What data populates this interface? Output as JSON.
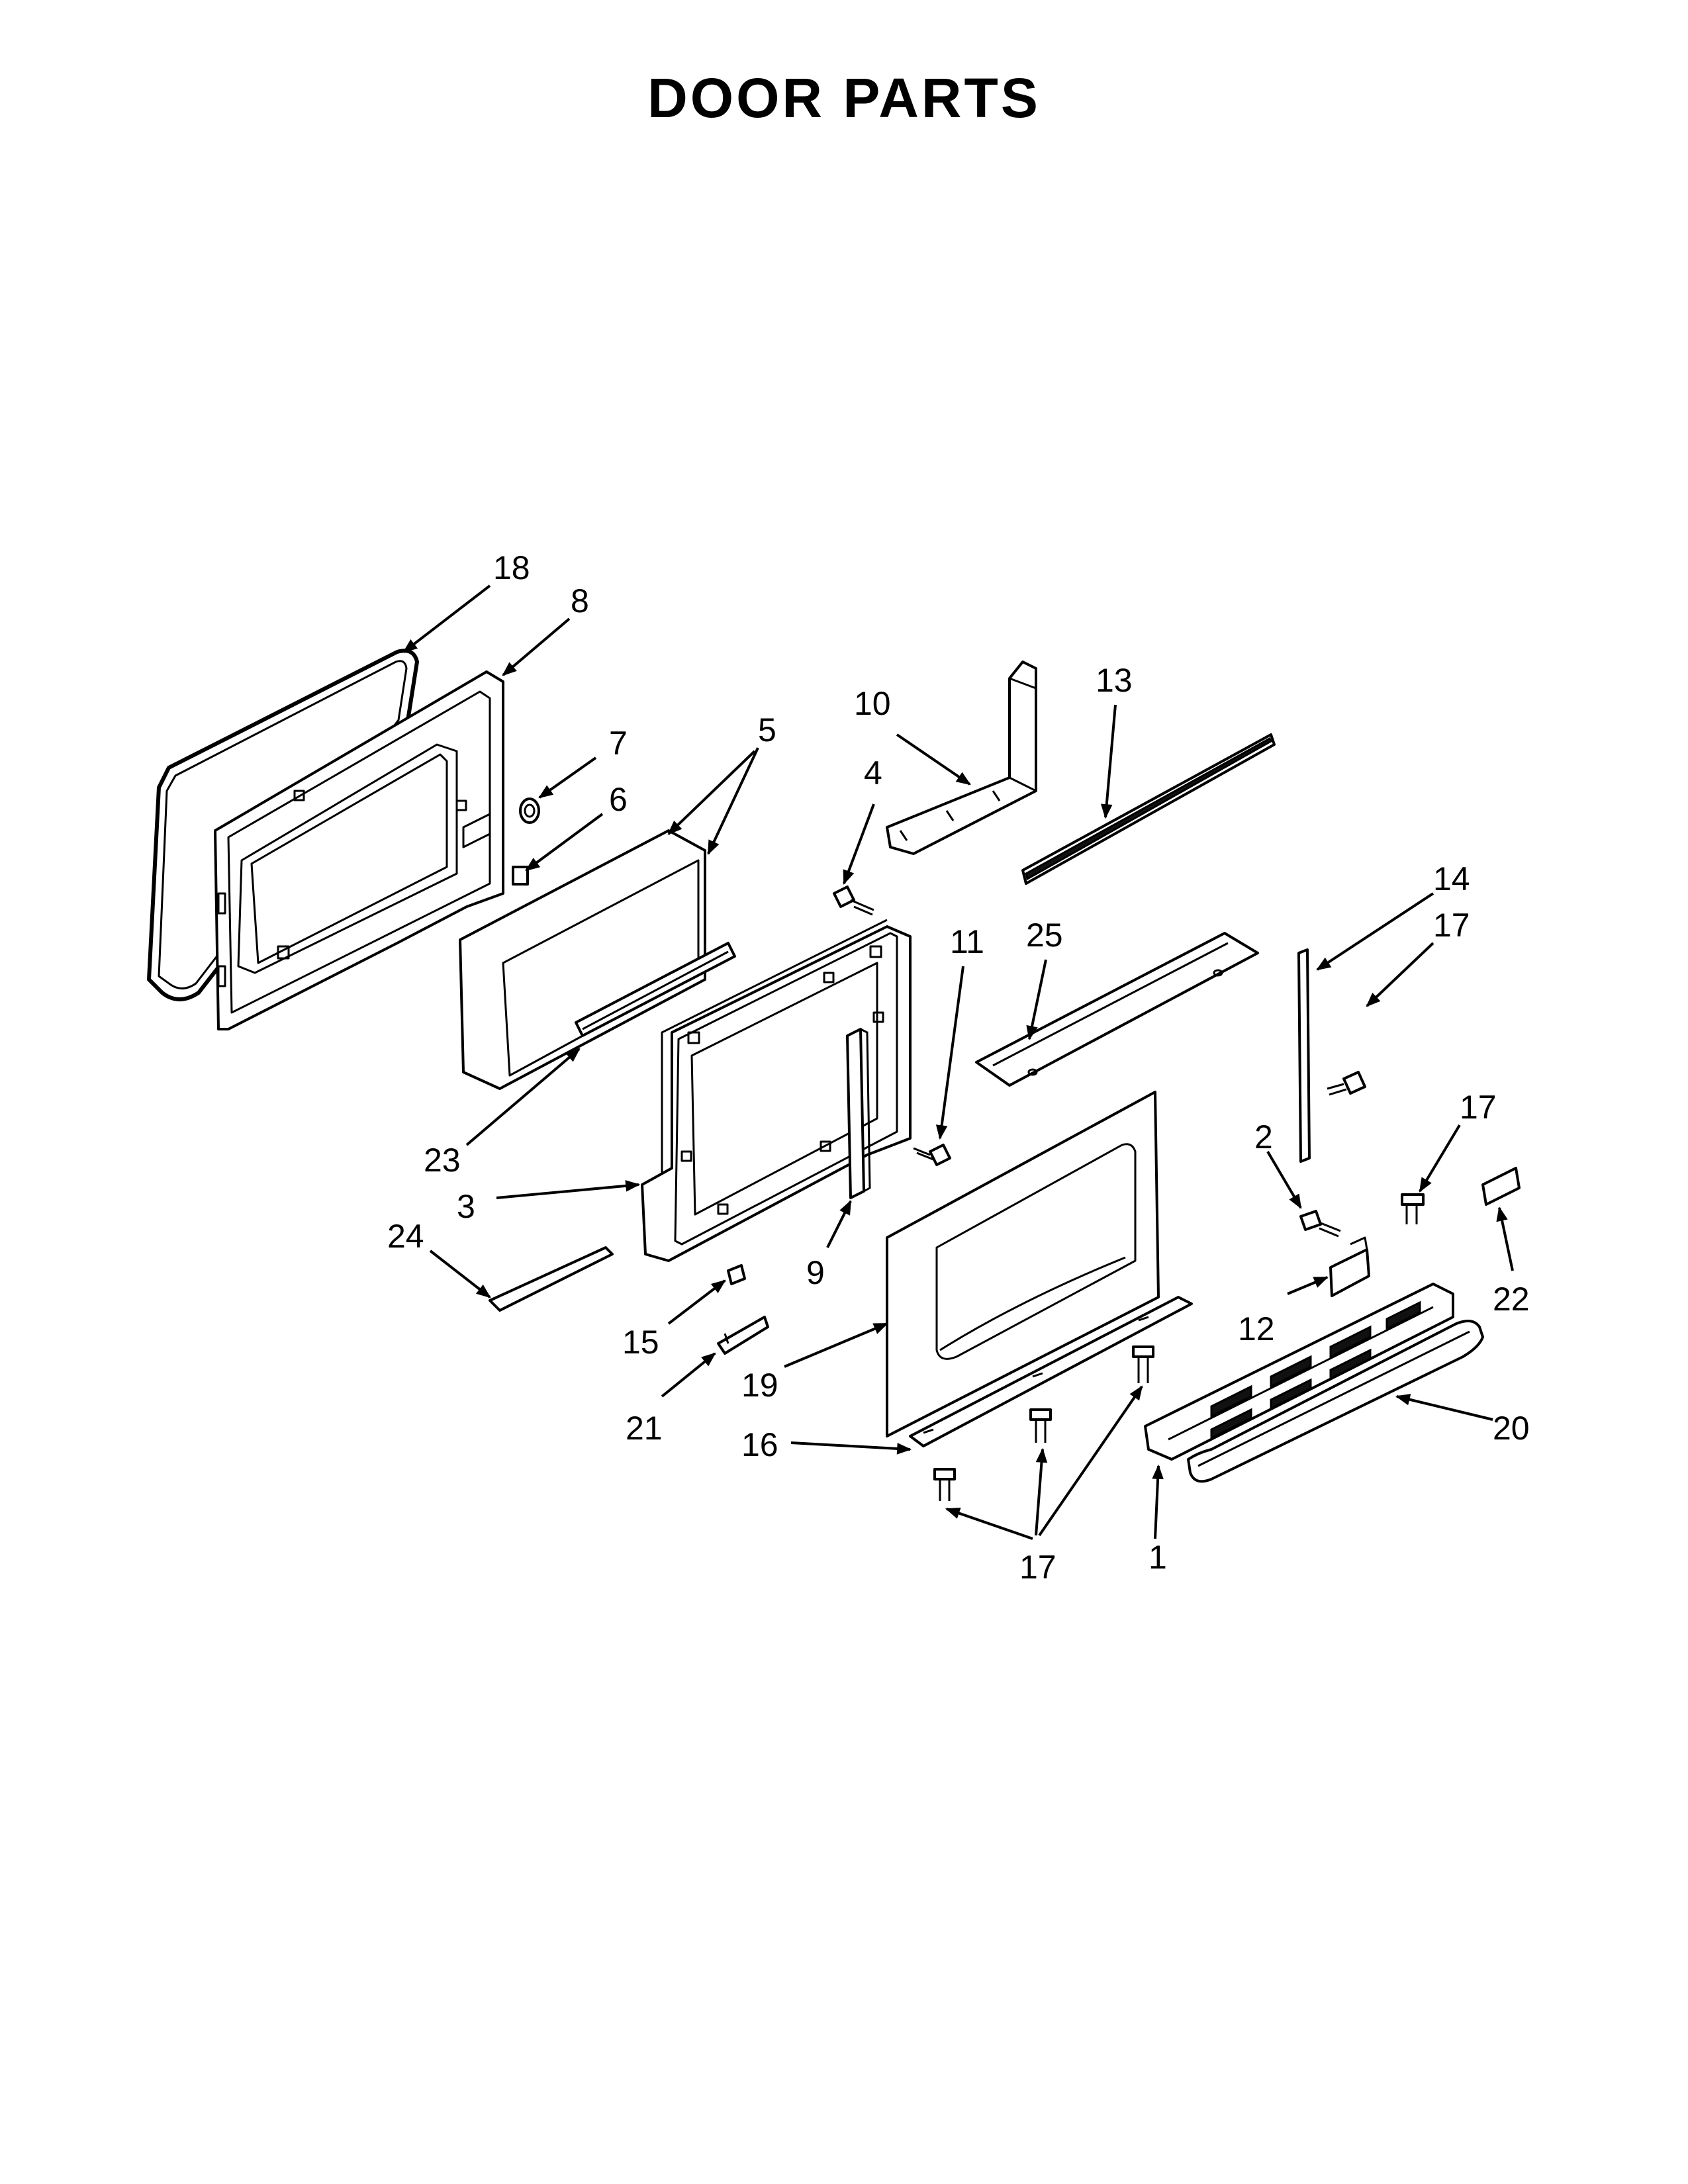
{
  "title": "DOOR PARTS",
  "callouts": {
    "c1": "1",
    "c2": "2",
    "c3": "3",
    "c4": "4",
    "c5": "5",
    "c6": "6",
    "c7": "7",
    "c8": "8",
    "c9": "9",
    "c10": "10",
    "c11": "11",
    "c12": "12",
    "c13": "13",
    "c14": "14",
    "c15": "15",
    "c16": "16",
    "c17a": "17",
    "c17b": "17",
    "c17c": "17",
    "c18": "18",
    "c19": "19",
    "c20": "20",
    "c21": "21",
    "c22": "22",
    "c23": "23",
    "c24": "24",
    "c25": "25"
  }
}
